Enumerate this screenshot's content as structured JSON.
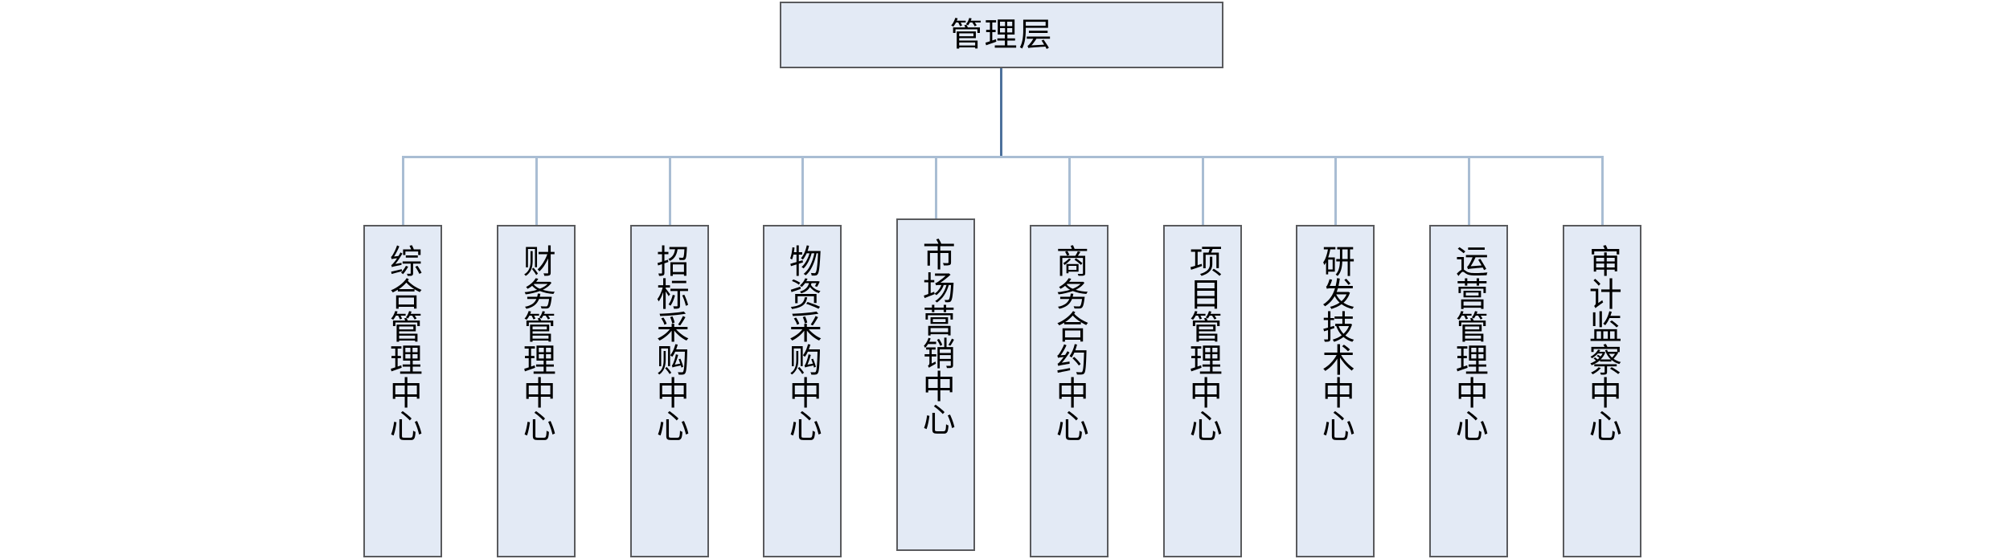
{
  "diagram": {
    "type": "organization-chart",
    "title_node": {
      "label": "管理层"
    },
    "colors": {
      "node_fill": "#e3eaf5",
      "node_border": "#595a5d",
      "connector": "#a9bdd3",
      "trunk_connector": "#4d719c",
      "text": "#000000",
      "background": "#ffffff"
    },
    "children": [
      {
        "label": "综合管理中心"
      },
      {
        "label": "财务管理中心"
      },
      {
        "label": "招标采购中心"
      },
      {
        "label": "物资采购中心"
      },
      {
        "label": "市场营销中心"
      },
      {
        "label": "商务合约中心"
      },
      {
        "label": "项目管理中心"
      },
      {
        "label": "研发技术中心"
      },
      {
        "label": "运营管理中心"
      },
      {
        "label": "审计监察中心"
      }
    ]
  }
}
